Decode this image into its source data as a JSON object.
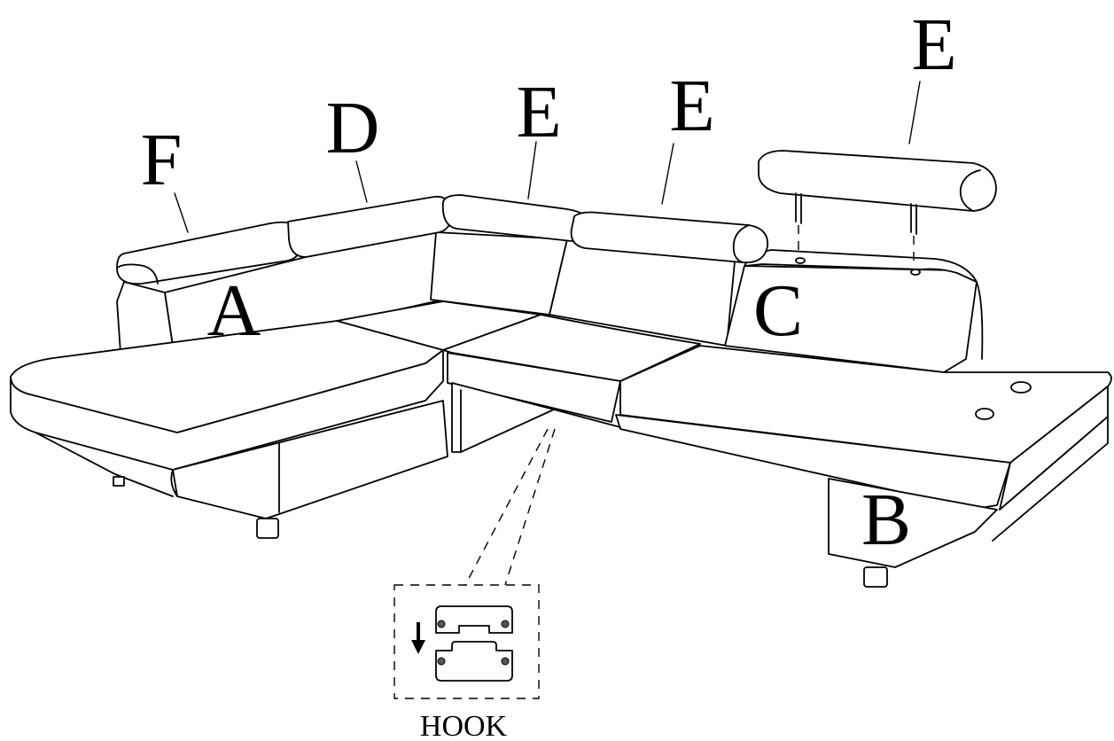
{
  "diagram": {
    "parts": {
      "label_f": "F",
      "label_d": "D",
      "label_e_left": "E",
      "label_e_mid": "E",
      "label_e_detached": "E",
      "label_a": "A",
      "label_b": "B",
      "label_c": "C"
    },
    "hook": {
      "caption": "HOOK"
    }
  }
}
